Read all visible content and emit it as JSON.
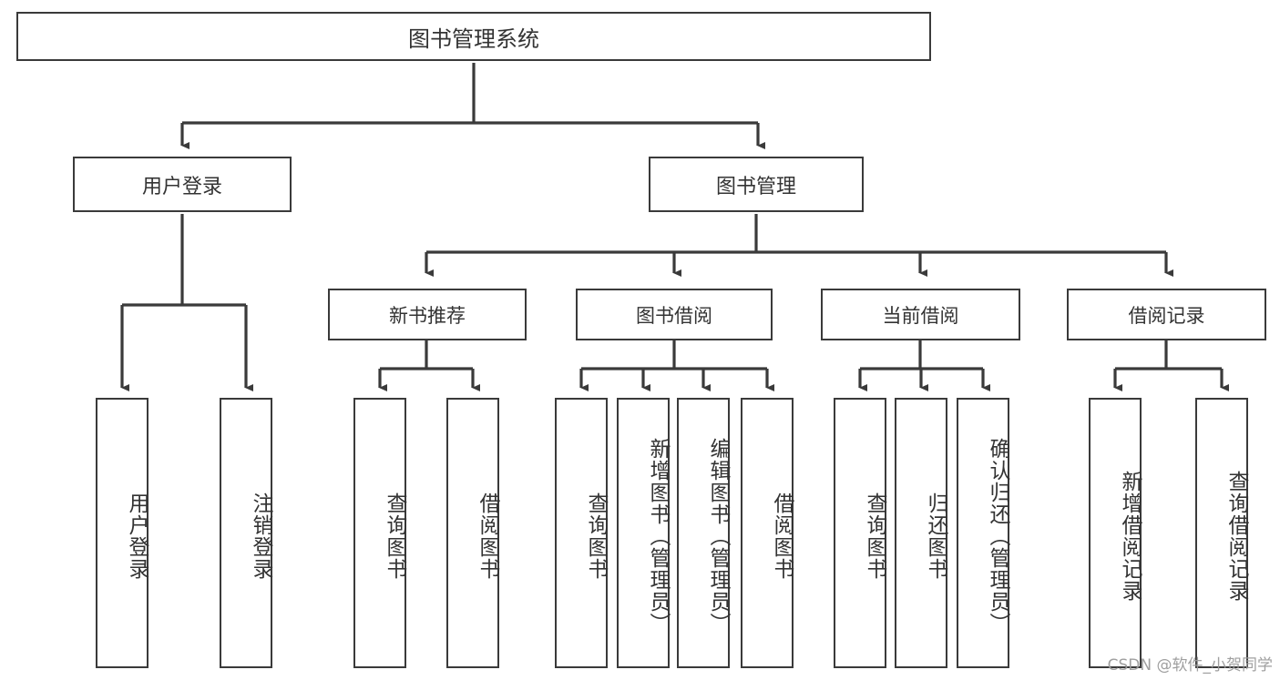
{
  "diagram": {
    "title": "图书管理系统",
    "type": "hierarchy-tree",
    "line_color": "#3a3a3a",
    "text_color": "#333333",
    "background": "#ffffff"
  },
  "root": {
    "label": "图书管理系统"
  },
  "level2": [
    {
      "label": "用户登录"
    },
    {
      "label": "图书管理"
    }
  ],
  "level3": [
    {
      "label": "新书推荐"
    },
    {
      "label": "图书借阅"
    },
    {
      "label": "当前借阅"
    },
    {
      "label": "借阅记录"
    }
  ],
  "leaves": {
    "user_login": [
      {
        "label": "用户登录"
      },
      {
        "label": "注销登录"
      }
    ],
    "new_book_recommend": [
      {
        "label": "查询图书"
      },
      {
        "label": "借阅图书"
      }
    ],
    "book_borrow": [
      {
        "label": "查询图书"
      },
      {
        "label": "新增图书（管理员）"
      },
      {
        "label": "编辑图书（管理员）"
      },
      {
        "label": "借阅图书"
      }
    ],
    "current_borrow": [
      {
        "label": "查询图书"
      },
      {
        "label": "归还图书"
      },
      {
        "label": "确认归还（管理员）"
      }
    ],
    "borrow_record": [
      {
        "label": "新增借阅记录"
      },
      {
        "label": "查询借阅记录"
      }
    ]
  },
  "watermark": {
    "text": "CSDN @软件_小贺同学"
  }
}
